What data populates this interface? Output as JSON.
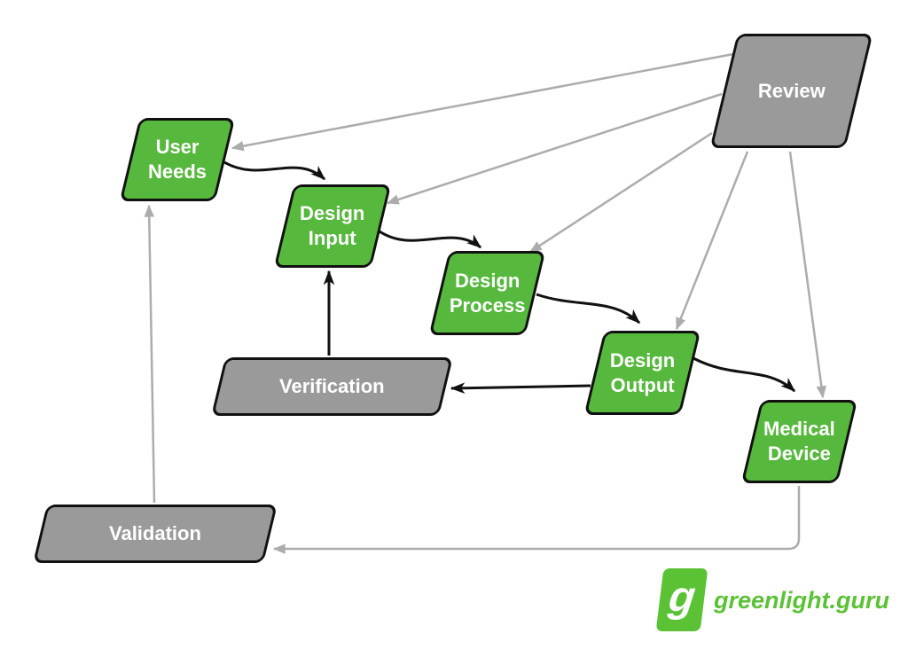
{
  "nodes": {
    "review": {
      "label": "Review",
      "type": "review-stage",
      "color": "#9A9A9A"
    },
    "user_needs": {
      "line1": "User",
      "line2": "Needs",
      "color": "#56B83C"
    },
    "design_input": {
      "line1": "Design",
      "line2": "Input",
      "color": "#56B83C"
    },
    "design_process": {
      "line1": "Design",
      "line2": "Process",
      "color": "#56B83C"
    },
    "design_output": {
      "line1": "Design",
      "line2": "Output",
      "color": "#56B83C"
    },
    "medical_device": {
      "line1": "Medical",
      "line2": "Device",
      "color": "#56B83C"
    },
    "verification": {
      "label": "Verification",
      "color": "#9A9A9A"
    },
    "validation": {
      "label": "Validation",
      "color": "#9A9A9A"
    }
  },
  "edges": [
    {
      "from": "Review",
      "to": "User Needs",
      "color": "gray"
    },
    {
      "from": "Review",
      "to": "Design Input",
      "color": "gray"
    },
    {
      "from": "Review",
      "to": "Design Process",
      "color": "gray"
    },
    {
      "from": "Review",
      "to": "Design Output",
      "color": "gray"
    },
    {
      "from": "Review",
      "to": "Medical Device",
      "color": "gray"
    },
    {
      "from": "User Needs",
      "to": "Design Input",
      "color": "black"
    },
    {
      "from": "Design Input",
      "to": "Design Process",
      "color": "black"
    },
    {
      "from": "Design Process",
      "to": "Design Output",
      "color": "black"
    },
    {
      "from": "Design Output",
      "to": "Medical Device",
      "color": "black"
    },
    {
      "from": "Design Output",
      "to": "Verification",
      "color": "black"
    },
    {
      "from": "Verification",
      "to": "Design Input",
      "color": "black"
    },
    {
      "from": "Medical Device",
      "to": "Validation",
      "color": "gray"
    },
    {
      "from": "Validation",
      "to": "User Needs",
      "color": "gray"
    }
  ],
  "logo": {
    "mark": "g",
    "text": "greenlight.guru"
  },
  "colors": {
    "node_green": "#56B83C",
    "node_gray": "#9A9A9A",
    "arrow_gray": "#ACACAC",
    "arrow_black": "#111111",
    "node_border": "#111111",
    "logo_green": "#5BC236",
    "label_text": "#FFFFFF",
    "background": "#FFFFFF"
  }
}
